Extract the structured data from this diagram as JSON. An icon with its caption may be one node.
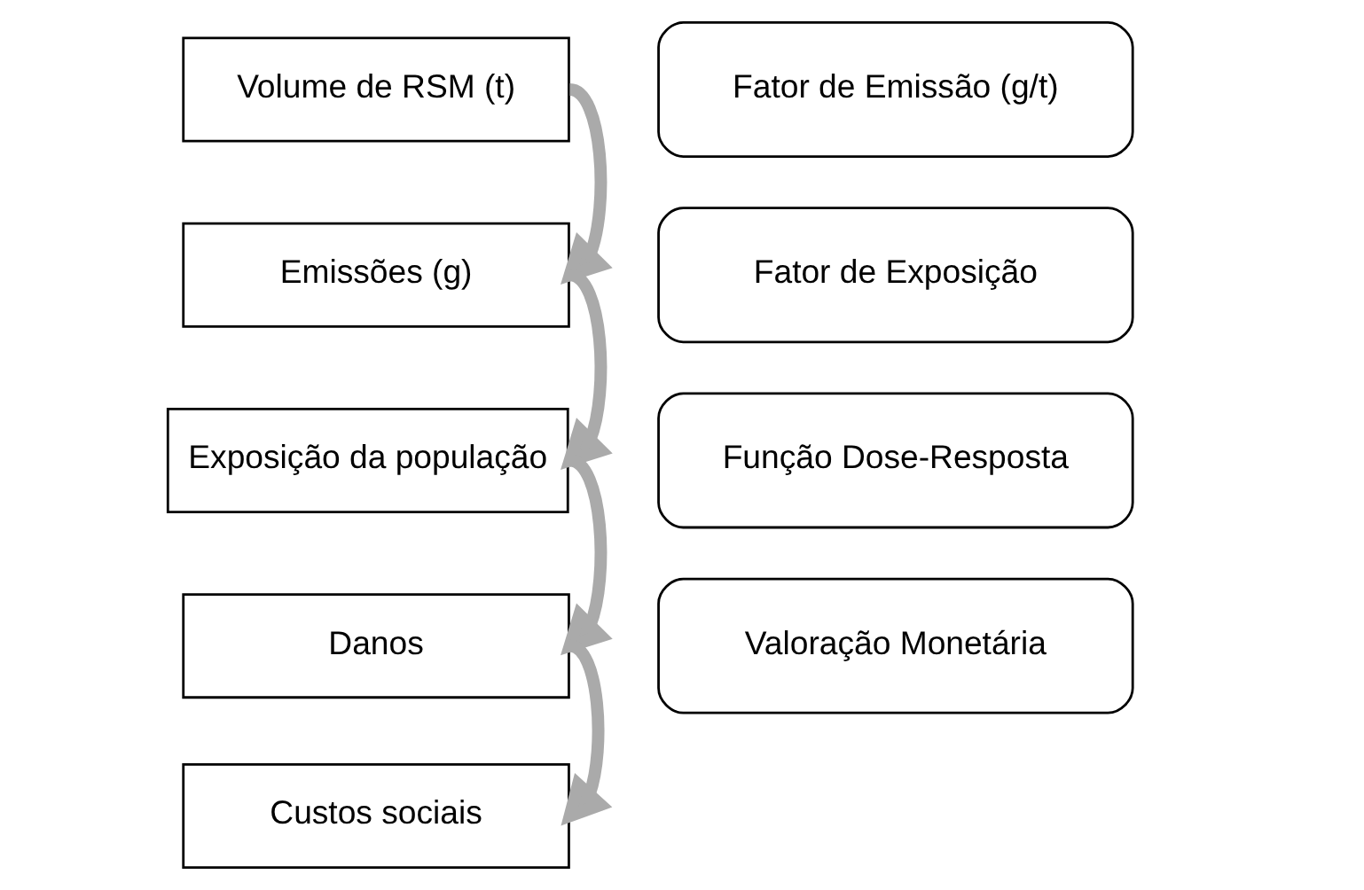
{
  "diagram": {
    "nodes": [
      {
        "text": [
          "Volume de RSM (t)"
        ]
      },
      {
        "text": [
          "Fator de Emissão (g/t)"
        ]
      },
      {
        "text": [
          "Emissões (g)"
        ]
      },
      {
        "text": [
          "Fator de Exposição"
        ]
      },
      {
        "text": [
          "Exposição da população"
        ]
      },
      {
        "text": [
          "Função Dose-Resposta"
        ]
      },
      {
        "text": [
          "Danos"
        ]
      },
      {
        "text": [
          "Valoração Monetária"
        ]
      },
      {
        "text": [
          "Custos sociais"
        ]
      }
    ],
    "edges": [
      {
        "from": 0,
        "to": 2,
        "arrow": "to"
      },
      {
        "from": 2,
        "to": 4,
        "arrow": "to"
      },
      {
        "from": 4,
        "to": 6,
        "arrow": "to"
      },
      {
        "from": 6,
        "to": 8,
        "arrow": "to"
      }
    ]
  }
}
